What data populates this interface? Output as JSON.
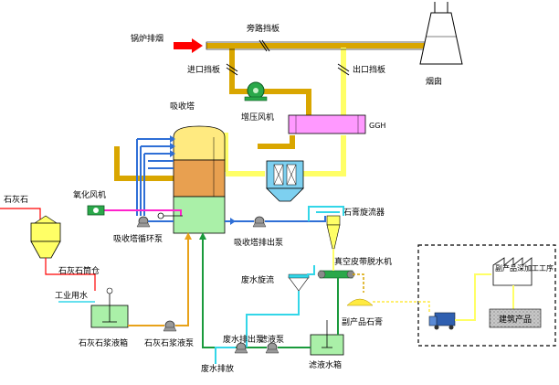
{
  "labels": {
    "boiler_exhaust": "锅炉排烟",
    "bypass_damper": "旁路挡板",
    "inlet_damper": "进口挡板",
    "outlet_damper": "出口挡板",
    "chimney": "烟囱",
    "booster_fan": "增压风机",
    "absorber": "吸收塔",
    "ggh": "GGH",
    "limestone": "石灰石",
    "oxidation_fan": "氧化风机",
    "absorber_circ_pump": "吸收塔循环泵",
    "absorber_drain_pump": "吸收塔排出泵",
    "gypsum_cyclone": "石膏旋流器",
    "vacuum_belt_dewater": "真空皮带脱水机",
    "limestone_silo": "石灰石筒仓",
    "process_water": "工业用水",
    "wastewater_cyclone": "废水旋流",
    "byproduct_gypsum": "副产品石膏",
    "byproduct_process": "副产品深加工工序",
    "building_products": "建筑产品",
    "limestone_slurry_tank": "石灰石浆液箱",
    "limestone_slurry_pump": "石灰石浆液泵",
    "wastewater_pump": "废水排出泵",
    "filtrate_pump": "滤液泵",
    "wastewater_discharge": "废水排放",
    "filtrate_tank": "滤液水箱"
  },
  "colors": {
    "flue": "#d9a600",
    "flue_clean": "#ffff66",
    "slurry": "#2f6fd6",
    "limestone": "#e8a21a",
    "filtrate": "#1a9a3c",
    "water": "#33d6e8",
    "air": "#ff22cc",
    "red": "#ff0000",
    "absorber_top": "#ffea80",
    "absorber_mid": "#e8a050",
    "liquid": "#aaf0a8",
    "ggh": "#ff99ff",
    "dashed": "#000000"
  },
  "icons": [
    "fan-icon",
    "pump-icon",
    "truck-icon",
    "damper-icon",
    "chimney-icon",
    "cyclone-icon"
  ]
}
